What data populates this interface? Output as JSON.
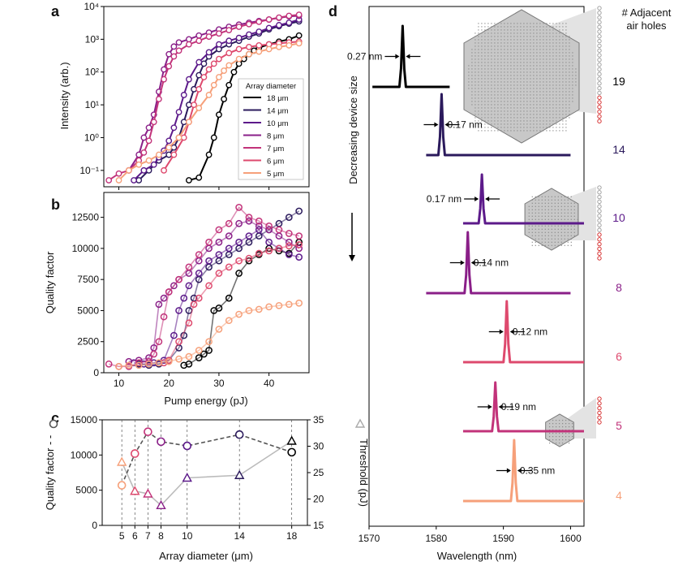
{
  "panels": {
    "a": "a",
    "b": "b",
    "c": "c",
    "d": "d"
  },
  "palette": {
    "18": "#000000",
    "14": "#2b1a5c",
    "10": "#5c1a8a",
    "8": "#8a1f88",
    "7": "#c2337a",
    "6": "#de4a6e",
    "5": "#f6a07a",
    "4": "#f8956a"
  },
  "chart_data": [
    {
      "panel": "a",
      "type": "line",
      "xlim": [
        7,
        48
      ],
      "ylim_log10": [
        -1.5,
        4
      ],
      "ylabel": "Intensity (arb.)",
      "yscale": "log",
      "y_tick_labels": [
        "10⁻¹",
        "10⁰",
        "10¹",
        "10²",
        "10³",
        "10⁴"
      ],
      "legend_title": "Array diameter",
      "legend_position": "center-right",
      "series": [
        {
          "name": "18 μm",
          "key": "18",
          "x": [
            24,
            26,
            28,
            29,
            30,
            31,
            32,
            33,
            34,
            35,
            36,
            37,
            38,
            40,
            42,
            44,
            46
          ],
          "y": [
            0.05,
            0.06,
            0.3,
            1,
            5,
            15,
            40,
            100,
            180,
            250,
            350,
            450,
            550,
            700,
            850,
            1000,
            1300
          ]
        },
        {
          "name": "14 μm",
          "key": "14",
          "x": [
            14,
            16,
            18,
            20,
            21,
            22,
            23,
            24,
            25,
            26,
            27,
            28,
            30,
            32,
            34,
            36,
            38,
            40,
            42,
            44,
            46
          ],
          "y": [
            0.05,
            0.1,
            0.2,
            0.3,
            0.5,
            1,
            3,
            10,
            30,
            80,
            180,
            300,
            500,
            700,
            900,
            1200,
            1500,
            2000,
            2500,
            3000,
            3500
          ]
        },
        {
          "name": "10 μm",
          "key": "10",
          "x": [
            13,
            15,
            17,
            18,
            19,
            20,
            21,
            22,
            23,
            24,
            26,
            28,
            30,
            32,
            34,
            36,
            38,
            40,
            42,
            44,
            46
          ],
          "y": [
            0.05,
            0.1,
            0.15,
            0.25,
            0.4,
            0.8,
            2,
            6,
            20,
            60,
            200,
            400,
            700,
            900,
            1100,
            1400,
            1700,
            2200,
            2700,
            3200,
            4000
          ]
        },
        {
          "name": "8 μm",
          "key": "8",
          "x": [
            12,
            14,
            15,
            16,
            17,
            18,
            19,
            20,
            21,
            22,
            24,
            26,
            28,
            30,
            32,
            34,
            36,
            38,
            40,
            42,
            44,
            46
          ],
          "y": [
            0.1,
            0.3,
            1,
            2,
            5,
            25,
            120,
            350,
            600,
            800,
            1000,
            1300,
            1600,
            2000,
            2400,
            2800,
            3200,
            3600,
            4000,
            4500,
            5000,
            5200
          ]
        },
        {
          "name": "7 μm",
          "key": "7",
          "x": [
            8,
            10,
            12,
            14,
            15,
            16,
            17,
            18,
            19,
            20,
            21,
            22,
            24,
            26,
            28,
            30,
            32,
            34,
            36,
            38,
            40,
            42,
            44,
            46
          ],
          "y": [
            0.05,
            0.08,
            0.1,
            0.2,
            0.35,
            0.8,
            3,
            15,
            60,
            150,
            300,
            450,
            700,
            900,
            1200,
            1500,
            1900,
            2400,
            2900,
            3400,
            4000,
            4600,
            5200,
            5600
          ]
        },
        {
          "name": "6 μm",
          "key": "6",
          "x": [
            19,
            21,
            23,
            24,
            25,
            26,
            27,
            28,
            29,
            30,
            32,
            34,
            36,
            38,
            40,
            42,
            44,
            46
          ],
          "y": [
            0.1,
            0.3,
            1,
            3,
            10,
            30,
            70,
            120,
            180,
            250,
            380,
            500,
            580,
            650,
            700,
            750,
            800,
            850
          ]
        },
        {
          "name": "5 μm",
          "key": "5",
          "x": [
            10,
            12,
            14,
            16,
            18,
            20,
            22,
            24,
            26,
            28,
            29,
            30,
            31,
            32,
            34,
            36,
            38,
            40,
            42,
            44,
            46
          ],
          "y": [
            0.05,
            0.1,
            0.15,
            0.2,
            0.3,
            0.5,
            1,
            3,
            8,
            20,
            40,
            70,
            110,
            160,
            250,
            350,
            420,
            500,
            580,
            650,
            750
          ]
        }
      ]
    },
    {
      "panel": "b",
      "type": "line",
      "xlim": [
        7,
        48
      ],
      "ylim": [
        0,
        14500
      ],
      "xlabel": "Pump energy (pJ)",
      "ylabel": "Quality factor",
      "x_ticks": [
        10,
        20,
        30,
        40
      ],
      "y_ticks": [
        0,
        2500,
        5000,
        7500,
        10000,
        12500
      ],
      "series": [
        {
          "key": "18",
          "x": [
            23,
            24,
            26,
            27,
            28,
            29,
            30,
            32,
            34,
            36,
            38,
            40,
            42,
            44,
            46
          ],
          "y": [
            600,
            700,
            1200,
            1500,
            1800,
            5000,
            5200,
            6000,
            8000,
            9000,
            9500,
            10000,
            9800,
            9600,
            10500
          ]
        },
        {
          "key": "14",
          "x": [
            14,
            16,
            18,
            20,
            22,
            23,
            24,
            25,
            26,
            28,
            30,
            32,
            34,
            36,
            38,
            40,
            42,
            44,
            46
          ],
          "y": [
            700,
            600,
            700,
            1000,
            2000,
            3000,
            5000,
            6000,
            7500,
            8500,
            9000,
            9500,
            10000,
            10500,
            11000,
            11500,
            12000,
            12500,
            13000
          ]
        },
        {
          "key": "10",
          "x": [
            13,
            15,
            17,
            19,
            21,
            22,
            23,
            24,
            26,
            28,
            30,
            32,
            34,
            36,
            38,
            40,
            42,
            44,
            46
          ],
          "y": [
            800,
            700,
            800,
            1000,
            3000,
            5000,
            6000,
            7000,
            8000,
            9000,
            9500,
            10000,
            10500,
            11000,
            11500,
            10500,
            10000,
            9500,
            9300
          ]
        },
        {
          "key": "8",
          "x": [
            12,
            14,
            16,
            17,
            18,
            19,
            20,
            21,
            22,
            24,
            26,
            28,
            30,
            32,
            34,
            36,
            38,
            40,
            42,
            44,
            46
          ],
          "y": [
            900,
            1000,
            1200,
            2000,
            5500,
            6000,
            6500,
            7000,
            7500,
            8000,
            9000,
            10000,
            10500,
            11000,
            12000,
            12200,
            11800,
            11500,
            11000,
            10500,
            10000
          ]
        },
        {
          "key": "7",
          "x": [
            8,
            10,
            12,
            14,
            16,
            17,
            18,
            19,
            20,
            22,
            24,
            26,
            28,
            30,
            32,
            34,
            36,
            38,
            40,
            42,
            44,
            46
          ],
          "y": [
            700,
            500,
            500,
            800,
            900,
            1500,
            2500,
            4500,
            6500,
            7500,
            8500,
            9500,
            10500,
            11500,
            12000,
            13300,
            12500,
            12200,
            11800,
            11500,
            11200,
            11000
          ]
        },
        {
          "key": "6",
          "x": [
            19,
            20,
            22,
            24,
            25,
            26,
            28,
            30,
            32,
            34,
            36,
            38,
            40,
            42,
            44,
            46
          ],
          "y": [
            800,
            1000,
            2500,
            4000,
            5500,
            6000,
            7000,
            8000,
            8500,
            9000,
            9200,
            9600,
            9800,
            10000,
            10200,
            10300
          ]
        },
        {
          "key": "5",
          "x": [
            10,
            12,
            14,
            16,
            18,
            20,
            22,
            24,
            26,
            28,
            30,
            32,
            34,
            36,
            38,
            40,
            42,
            44,
            46
          ],
          "y": [
            500,
            600,
            600,
            700,
            800,
            900,
            1100,
            1300,
            1800,
            2500,
            3500,
            4200,
            4700,
            5000,
            5100,
            5300,
            5400,
            5500,
            5600
          ]
        }
      ]
    },
    {
      "panel": "c",
      "type": "line",
      "xlabel": "Array diameter (μm)",
      "ylabel_left": "Quality factor - -",
      "ylabel_right": "Threshold (pJ)",
      "x": [
        5,
        6,
        7,
        8,
        10,
        14,
        18
      ],
      "x_tick_labels": [
        "5",
        "6",
        "7",
        "8",
        "10",
        "14",
        "18"
      ],
      "ylim_left": [
        0,
        15000
      ],
      "ylim_right": [
        15,
        35
      ],
      "y_ticks_left": [
        "0",
        "5000",
        "10000",
        "15000"
      ],
      "y_ticks_right": [
        "15",
        "20",
        "25",
        "30",
        "35"
      ],
      "series": [
        {
          "role": "quality_factor",
          "marker": "circle",
          "values": [
            5700,
            10200,
            13300,
            11900,
            11300,
            12900,
            10400
          ]
        },
        {
          "role": "threshold",
          "marker": "triangle",
          "values": [
            27,
            21.5,
            21,
            18.8,
            24,
            24.5,
            31
          ]
        }
      ]
    },
    {
      "panel": "d",
      "type": "line",
      "xlabel": "Wavelength (nm)",
      "xlim": [
        1570,
        1602
      ],
      "x_ticks": [
        "1570",
        "1580",
        "1590",
        "1600"
      ],
      "left_label": "Decreasing device size",
      "right_header": "# Adjacent air holes",
      "series": [
        {
          "holes": "19",
          "key": "18",
          "peak_nm": 1575.0,
          "linewidth_label": "0.27 nm"
        },
        {
          "holes": "14",
          "key": "14",
          "peak_nm": 1580.8,
          "linewidth_label": "0.17 nm"
        },
        {
          "holes": "10",
          "key": "10",
          "peak_nm": 1586.8,
          "linewidth_label": "0.17 nm"
        },
        {
          "holes": "8",
          "key": "8",
          "peak_nm": 1584.7,
          "linewidth_label": "0.14 nm"
        },
        {
          "holes": "6",
          "key": "6",
          "peak_nm": 1590.5,
          "linewidth_label": "0.12 nm"
        },
        {
          "holes": "5",
          "key": "7",
          "peak_nm": 1588.8,
          "linewidth_label": "0.19 nm"
        },
        {
          "holes": "4",
          "key": "5",
          "peak_nm": 1591.6,
          "linewidth_label": "0.35 nm"
        }
      ]
    }
  ]
}
